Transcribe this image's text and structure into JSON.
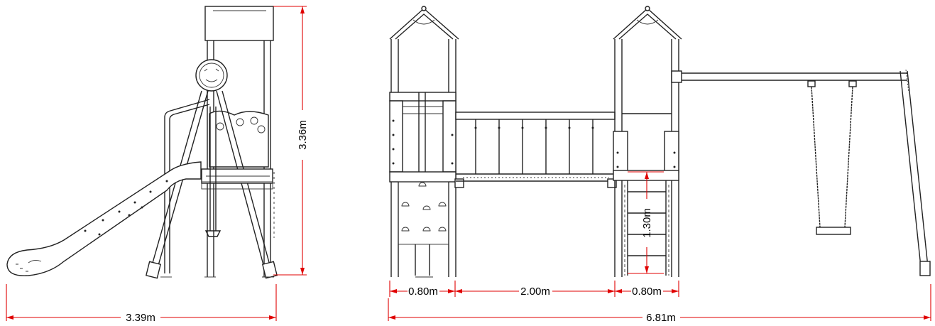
{
  "dimensions": {
    "side_width": "3.39m",
    "side_height": "3.36m",
    "front_total_width": "6.81m",
    "tower_left_width": "0.80m",
    "bridge_width": "2.00m",
    "tower_right_width": "0.80m",
    "platform_height": "1.30m"
  },
  "colors": {
    "dimension_line": "#e00000",
    "outline": "#222222"
  }
}
